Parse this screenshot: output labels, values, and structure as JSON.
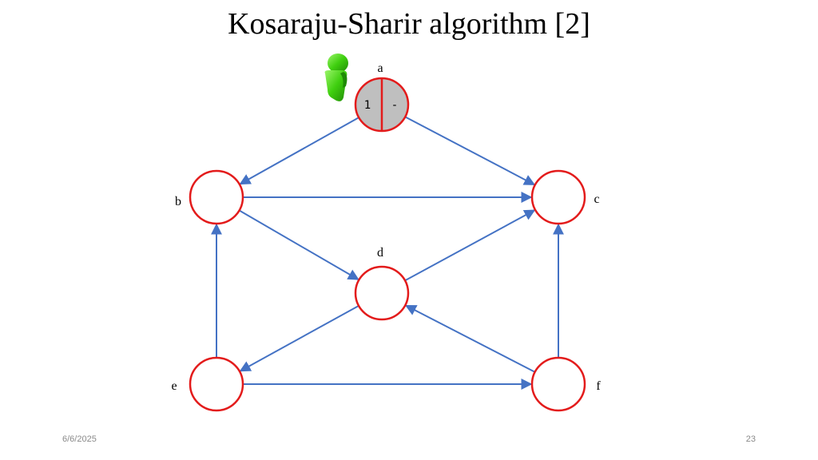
{
  "slide": {
    "title": "Kosaraju-Sharir algorithm [2]",
    "date": "6/6/2025",
    "page_number": "23"
  },
  "colors": {
    "node_stroke": "#e31b1b",
    "node_visited_fill": "#bfbfbf",
    "edge": "#4472c4",
    "person_icon": "#3fcf0f"
  },
  "graph": {
    "nodes": [
      {
        "id": "a",
        "label": "a",
        "visited": true,
        "pre": "1",
        "post": "-"
      },
      {
        "id": "b",
        "label": "b",
        "visited": false
      },
      {
        "id": "c",
        "label": "c",
        "visited": false
      },
      {
        "id": "d",
        "label": "d",
        "visited": false
      },
      {
        "id": "e",
        "label": "e",
        "visited": false
      },
      {
        "id": "f",
        "label": "f",
        "visited": false
      }
    ],
    "edges": [
      {
        "from": "a",
        "to": "b"
      },
      {
        "from": "a",
        "to": "c"
      },
      {
        "from": "b",
        "to": "c"
      },
      {
        "from": "b",
        "to": "d"
      },
      {
        "from": "d",
        "to": "c"
      },
      {
        "from": "d",
        "to": "e"
      },
      {
        "from": "e",
        "to": "b"
      },
      {
        "from": "e",
        "to": "f"
      },
      {
        "from": "f",
        "to": "c"
      },
      {
        "from": "f",
        "to": "d"
      }
    ],
    "current_node": "a",
    "current_marker_icon": "person-icon"
  }
}
